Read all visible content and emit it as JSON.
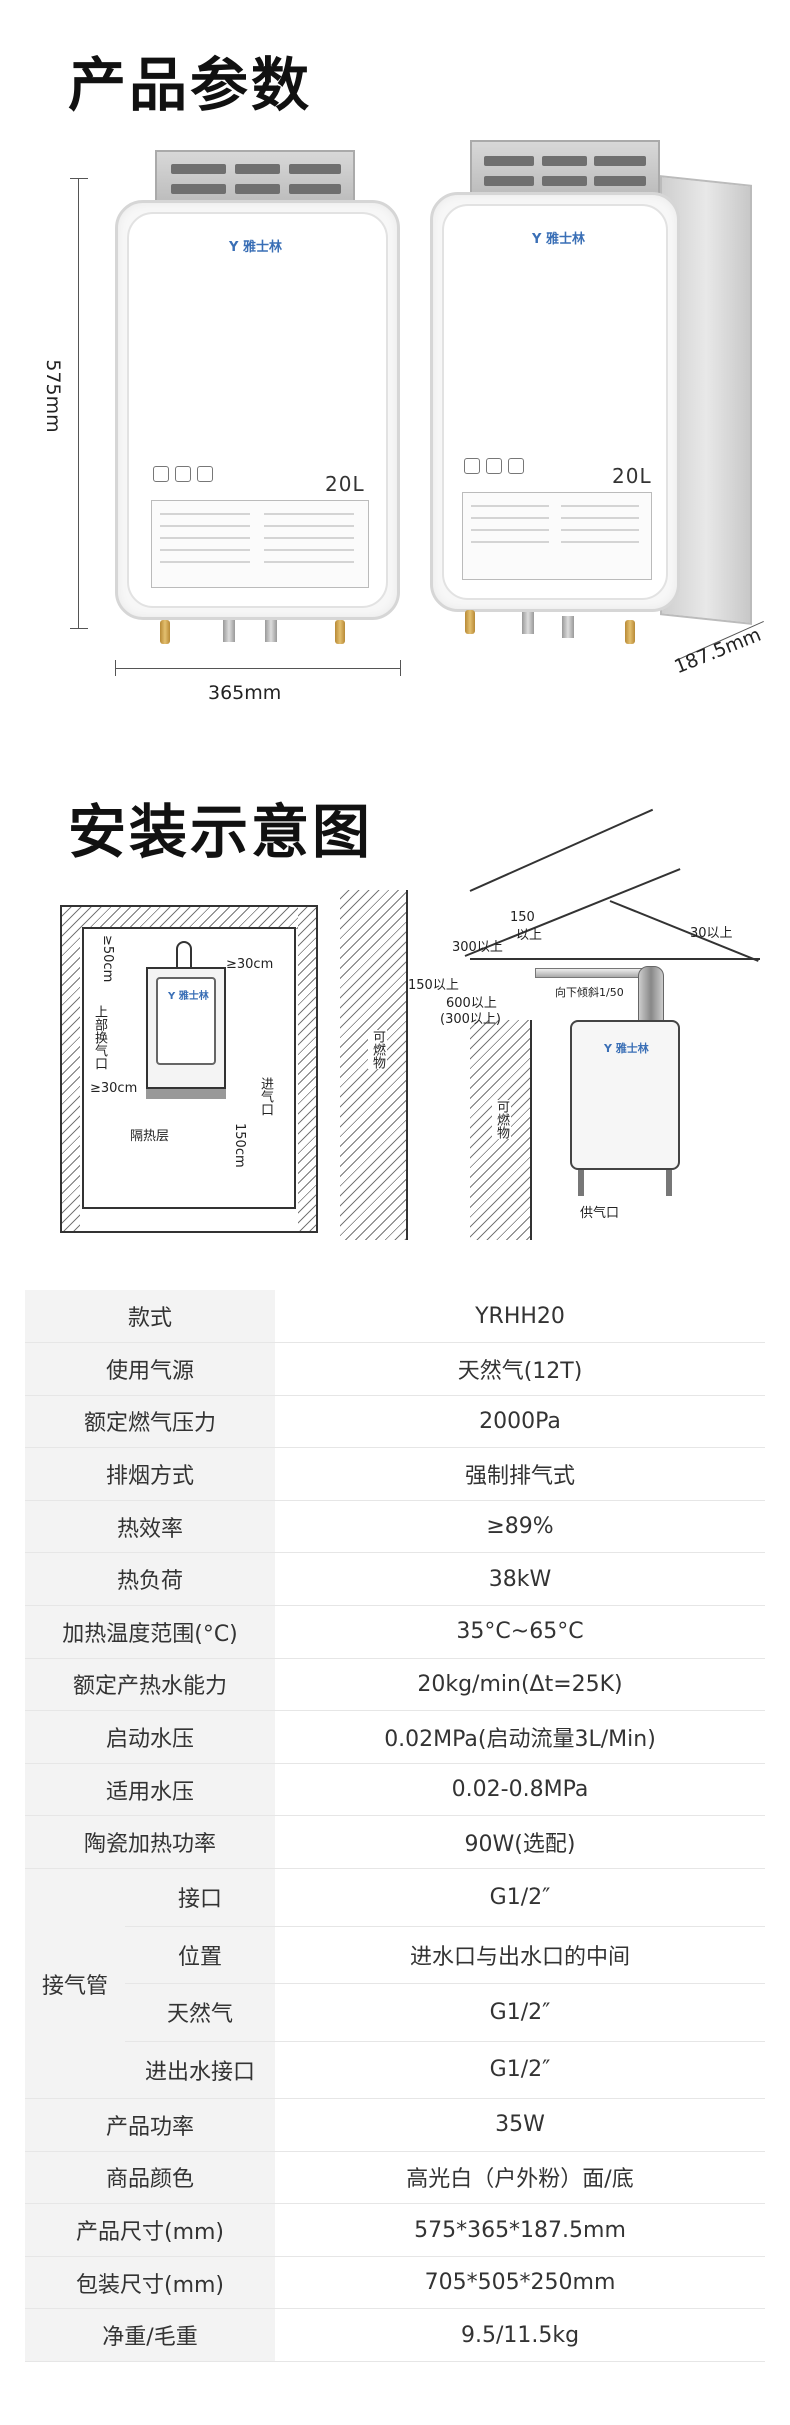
{
  "sections": {
    "params_title": "产品参数",
    "install_title": "安装示意图"
  },
  "heater": {
    "brand": "Y 雅士林",
    "capacity": "20L"
  },
  "dimensions": {
    "height": "575mm",
    "width": "365mm",
    "depth": "187.5mm"
  },
  "install_diagram": {
    "left": {
      "top_clearance": "≥50cm",
      "right_clearance": "≥30cm",
      "left_clearance": "≥30cm",
      "bottom_clearance": "150cm",
      "vent_top": "上部换气口",
      "vent_in": "进气口",
      "insulation": "隔热层"
    },
    "right": {
      "wall_left": "可燃物",
      "wall_right": "可燃物",
      "d150_top": "150",
      "d150_top_sub": "以上",
      "d300": "300以上",
      "d30": "30以上",
      "d150_left": "150以上",
      "d600": "600以上",
      "d600_sub": "(300以上)",
      "down_slope": "向下倾斜1/50",
      "gas_in": "供气口"
    }
  },
  "specs": {
    "rows_top": [
      {
        "label": "款式",
        "value": "YRHH20"
      },
      {
        "label": "使用气源",
        "value": "天然气(12T)"
      },
      {
        "label": "额定燃气压力",
        "value": "2000Pa"
      },
      {
        "label": "排烟方式",
        "value": "强制排气式"
      },
      {
        "label": "热效率",
        "value": "≥89%"
      },
      {
        "label": "热负荷",
        "value": "38kW"
      },
      {
        "label": "加热温度范围(°C)",
        "value": "35°C~65°C"
      },
      {
        "label": "额定产热水能力",
        "value": "20kg/min(Δt=25K)"
      },
      {
        "label": "启动水压",
        "value": "0.02MPa(启动流量3L/Min)"
      },
      {
        "label": "适用水压",
        "value": "0.02-0.8MPa"
      },
      {
        "label": "陶瓷加热功率",
        "value": "90W(选配)"
      }
    ],
    "group": {
      "label": "接气管",
      "rows": [
        {
          "label": "接口",
          "value": "G1/2″"
        },
        {
          "label": "位置",
          "value": "进水口与出水口的中间"
        },
        {
          "label": "天然气",
          "value": "G1/2″"
        },
        {
          "label": "进出水接口",
          "value": "G1/2″"
        }
      ]
    },
    "rows_bottom": [
      {
        "label": "产品功率",
        "value": "35W"
      },
      {
        "label": "商品颜色",
        "value": "高光白（户外粉）面/底"
      },
      {
        "label": "产品尺寸(mm)",
        "value": "575*365*187.5mm"
      },
      {
        "label": "包装尺寸(mm)",
        "value": "705*505*250mm"
      },
      {
        "label": "净重/毛重",
        "value": "9.5/11.5kg"
      }
    ]
  }
}
